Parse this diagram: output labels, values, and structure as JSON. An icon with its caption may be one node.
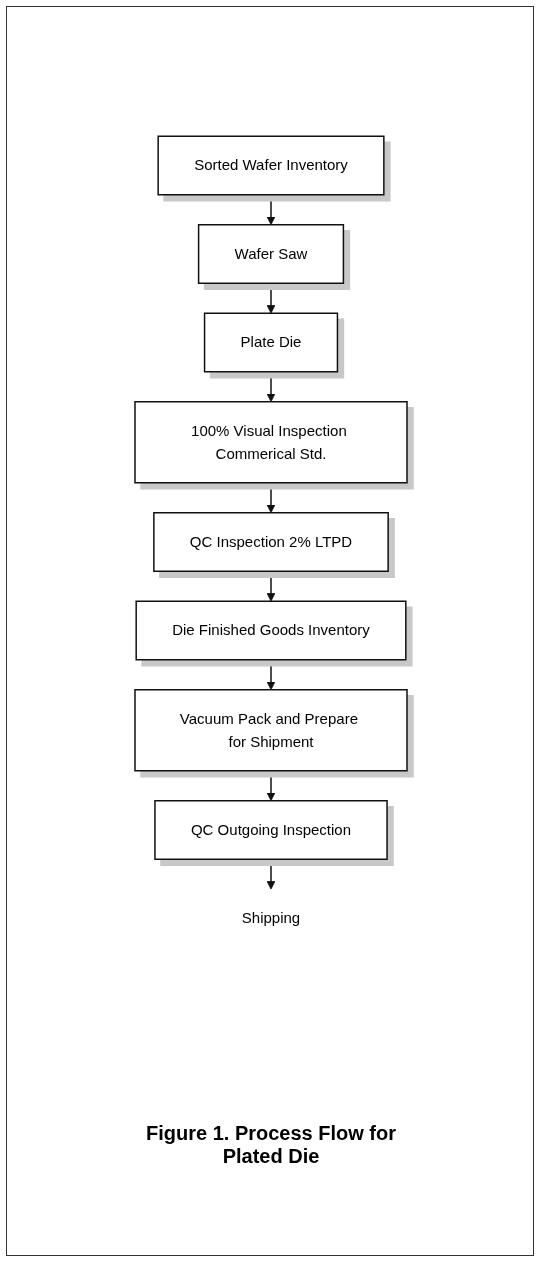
{
  "diagram": {
    "caption": "Figure 1. Process Flow for Plated Die",
    "nodes": [
      {
        "text": [
          "Sorted Wafer Inventory"
        ]
      },
      {
        "text": [
          "Wafer Saw"
        ]
      },
      {
        "text": [
          "Plate Die"
        ]
      },
      {
        "text": [
          "100% Visual Inspection Commerical Std."
        ]
      },
      {
        "text": [
          "QC Inspection 2% LTPD"
        ]
      },
      {
        "text": [
          "Die Finished Goods Inventory"
        ]
      },
      {
        "text": [
          "Vacuum Pack and Prepare for Shipment"
        ]
      },
      {
        "text": [
          "QC Outgoing Inspection"
        ]
      },
      {
        "text": [
          "Shipping"
        ]
      }
    ],
    "edges": [
      {
        "from": 0,
        "to": 1,
        "arrow": "to"
      },
      {
        "from": 1,
        "to": 2,
        "arrow": "to"
      },
      {
        "from": 2,
        "to": 3,
        "arrow": "to"
      },
      {
        "from": 3,
        "to": 4,
        "arrow": "to"
      },
      {
        "from": 4,
        "to": 5,
        "arrow": "to"
      },
      {
        "from": 5,
        "to": 6,
        "arrow": "to"
      },
      {
        "from": 6,
        "to": 7,
        "arrow": "to"
      },
      {
        "from": 7,
        "to": 8,
        "arrow": "to"
      }
    ]
  }
}
